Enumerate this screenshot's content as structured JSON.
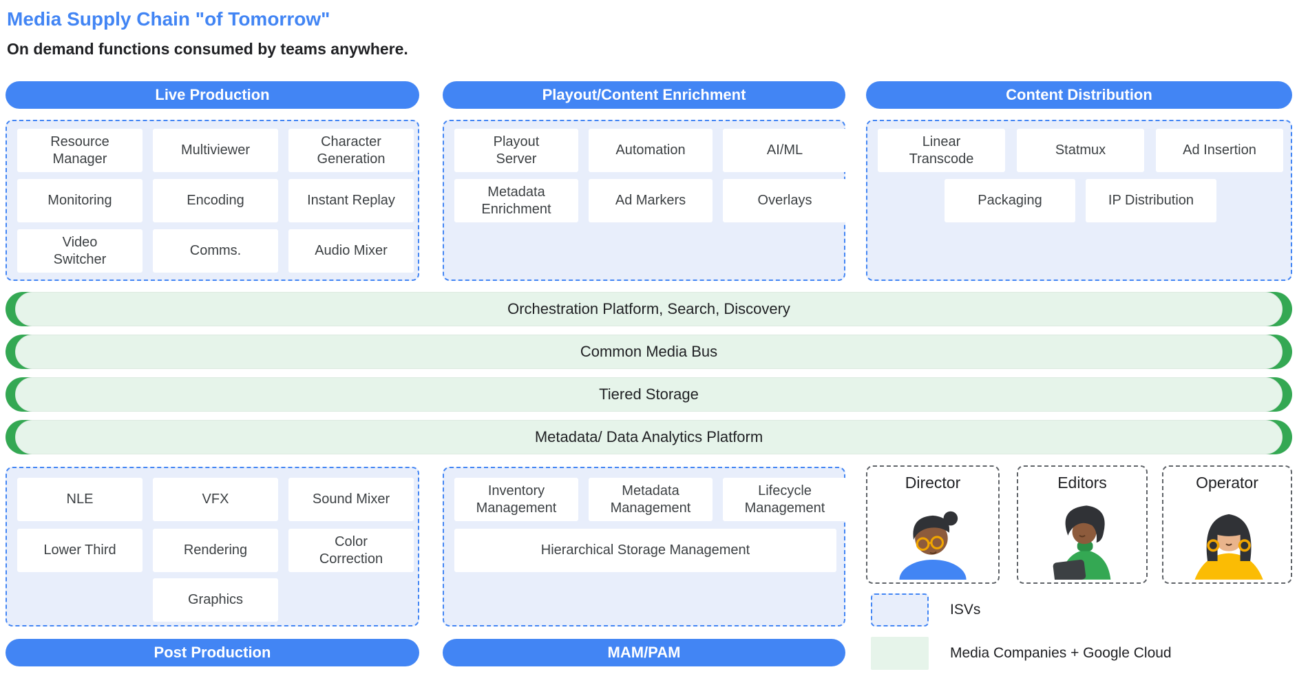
{
  "header": {
    "title": "Media Supply Chain \"of Tomorrow\"",
    "subtitle": "On demand functions consumed by teams anywhere."
  },
  "colors": {
    "accent_blue": "#4285F4",
    "zone_fill_blue": "#E8EEFB",
    "accent_green": "#34A853",
    "bar_fill_green": "#E6F4EA",
    "text_dark": "#3C4043"
  },
  "sections": {
    "live": {
      "label": "Live Production",
      "rows": [
        [
          "Resource Manager",
          "Multiviewer",
          "Character Generation"
        ],
        [
          "Monitoring",
          "Encoding",
          "Instant Replay"
        ],
        [
          "Video Switcher",
          "Comms.",
          "Audio Mixer"
        ]
      ]
    },
    "playout": {
      "label": "Playout/Content Enrichment",
      "rows": [
        [
          "Playout Server",
          "Automation",
          "AI/ML"
        ],
        [
          "Metadata Enrichment",
          "Ad Markers",
          "Overlays"
        ]
      ]
    },
    "distribution": {
      "label": "Content Distribution",
      "rows": [
        [
          "Linear Transcode",
          "Statmux",
          "Ad Insertion"
        ],
        [
          "Packaging",
          "IP Distribution"
        ]
      ]
    },
    "post": {
      "label": "Post Production",
      "rows": [
        [
          "NLE",
          "VFX",
          "Sound Mixer"
        ],
        [
          "Lower Third",
          "Rendering",
          "Color Correction"
        ],
        [
          "Graphics"
        ]
      ]
    },
    "mam": {
      "label": "MAM/PAM",
      "rows": [
        [
          "Inventory Management",
          "Metadata Management",
          "Lifecycle Management"
        ],
        [
          "Hierarchical Storage Management"
        ]
      ]
    }
  },
  "platform_bars": [
    "Orchestration Platform, Search, Discovery",
    "Common Media Bus",
    "Tiered Storage",
    "Metadata/ Data Analytics Platform"
  ],
  "personas": {
    "items": [
      {
        "label": "Director"
      },
      {
        "label": "Editors"
      },
      {
        "label": "Operator"
      }
    ]
  },
  "legend": {
    "isv_label": "ISVs",
    "media_label": "Media Companies + Google Cloud"
  }
}
